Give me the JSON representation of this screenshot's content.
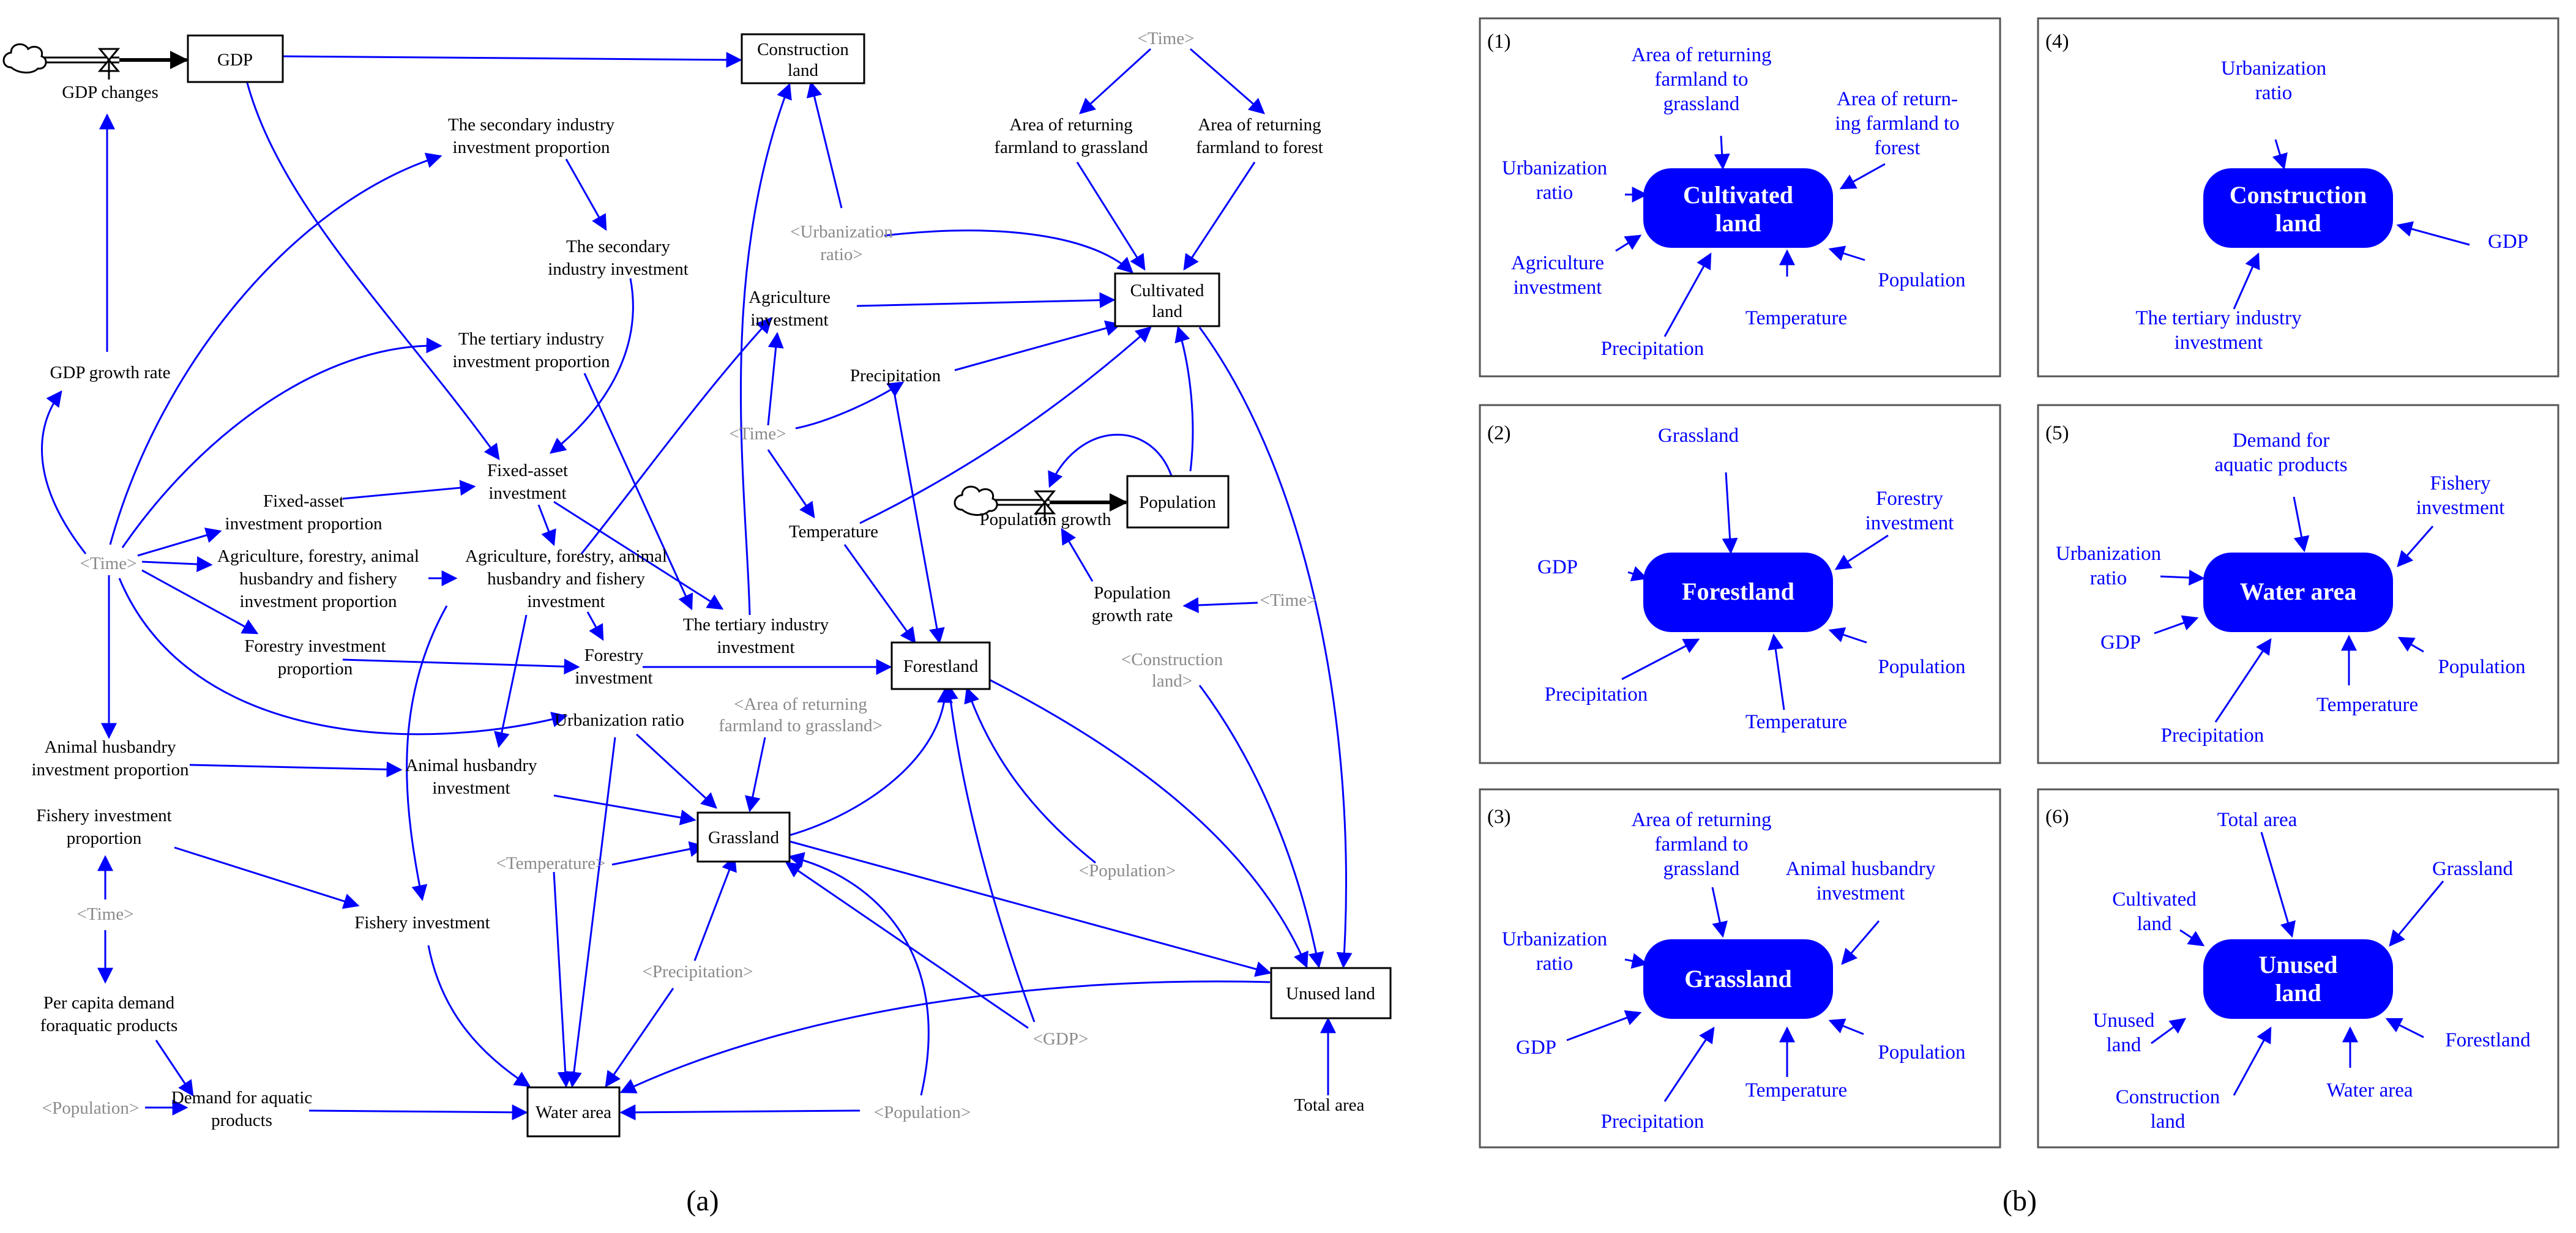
{
  "figure": {
    "caption_a": "(a)",
    "caption_b": "(b)"
  },
  "diagram_a": {
    "stocks": [
      {
        "id": "gdp",
        "lines": [
          "GDP"
        ]
      },
      {
        "id": "construction",
        "lines": [
          "Construction",
          "land"
        ]
      },
      {
        "id": "cultivated",
        "lines": [
          "Cultivated",
          "land"
        ]
      },
      {
        "id": "population",
        "lines": [
          "Population"
        ]
      },
      {
        "id": "forestland",
        "lines": [
          "Forestland"
        ]
      },
      {
        "id": "grassland",
        "lines": [
          "Grassland"
        ]
      },
      {
        "id": "unused",
        "lines": [
          "Unused land"
        ]
      },
      {
        "id": "water",
        "lines": [
          "Water area"
        ]
      }
    ],
    "variables": [
      {
        "id": "gdp_changes",
        "lines": [
          "GDP changes"
        ]
      },
      {
        "id": "gdp_growth_rate",
        "lines": [
          "GDP growth rate"
        ]
      },
      {
        "id": "sec_inv_prop",
        "lines": [
          "The secondary industry",
          "investment proportion"
        ]
      },
      {
        "id": "sec_inv",
        "lines": [
          "The secondary",
          "industry investment"
        ]
      },
      {
        "id": "ter_inv_prop",
        "lines": [
          "The tertiary industry",
          "investment proportion"
        ]
      },
      {
        "id": "fa_inv",
        "lines": [
          "Fixed-asset",
          "investment"
        ]
      },
      {
        "id": "fa_inv_prop",
        "lines": [
          "Fixed-asset",
          "investment proportion"
        ]
      },
      {
        "id": "afahf_prop",
        "lines": [
          "Agriculture, forestry, animal",
          "husbandry and fishery",
          "investment proportion"
        ]
      },
      {
        "id": "afahf_inv",
        "lines": [
          "Agriculture, forestry, animal",
          "husbandry and fishery",
          "investment"
        ]
      },
      {
        "id": "forestry_prop",
        "lines": [
          "Forestry investment",
          "proportion"
        ]
      },
      {
        "id": "forestry_inv",
        "lines": [
          "Forestry",
          "investment"
        ]
      },
      {
        "id": "ter_inv",
        "lines": [
          "The tertiary industry",
          "investment"
        ]
      },
      {
        "id": "urb_ratio",
        "lines": [
          "Urbanization ratio"
        ]
      },
      {
        "id": "ah_prop",
        "lines": [
          "Animal husbandry",
          "investment proportion"
        ]
      },
      {
        "id": "ah_inv",
        "lines": [
          "Animal husbandry",
          "investment"
        ]
      },
      {
        "id": "fish_prop",
        "lines": [
          "Fishery investment",
          "proportion"
        ]
      },
      {
        "id": "fish_inv",
        "lines": [
          "Fishery investment"
        ]
      },
      {
        "id": "per_capita",
        "lines": [
          "Per capita demand",
          "foraquatic products"
        ]
      },
      {
        "id": "demand_aq",
        "lines": [
          "Demand for aquatic",
          "products"
        ]
      },
      {
        "id": "agri_inv",
        "lines": [
          "Agriculture",
          "investment"
        ]
      },
      {
        "id": "precip",
        "lines": [
          "Precipitation"
        ]
      },
      {
        "id": "temp",
        "lines": [
          "Temperature"
        ]
      },
      {
        "id": "return_grass",
        "lines": [
          "Area of returning",
          "farmland to grassland"
        ]
      },
      {
        "id": "return_forest",
        "lines": [
          "Area of returning",
          "farmland to forest"
        ]
      },
      {
        "id": "pop_growth",
        "lines": [
          "Population growth"
        ]
      },
      {
        "id": "pop_growth_rate",
        "lines": [
          "Population",
          "growth rate"
        ]
      },
      {
        "id": "total_area",
        "lines": [
          "Total area"
        ]
      }
    ],
    "shadows": [
      {
        "id": "time_top",
        "lines": [
          "<Time>"
        ]
      },
      {
        "id": "urb_shadow",
        "lines": [
          "<Urbanization",
          "ratio>"
        ]
      },
      {
        "id": "time_mid",
        "lines": [
          "<Time>"
        ]
      },
      {
        "id": "time_left",
        "lines": [
          "<Time>"
        ]
      },
      {
        "id": "time_fish",
        "lines": [
          "<Time>"
        ]
      },
      {
        "id": "time_pop",
        "lines": [
          "<Time>"
        ]
      },
      {
        "id": "constr_shadow",
        "lines": [
          "<Construction",
          "land>"
        ]
      },
      {
        "id": "area_return_shadow",
        "lines": [
          "<Area of returning",
          "farmland to grassland>"
        ]
      },
      {
        "id": "temp_shadow",
        "lines": [
          "<Temperature>"
        ]
      },
      {
        "id": "pop_shadow_forest",
        "lines": [
          "<Population>"
        ]
      },
      {
        "id": "precip_shadow",
        "lines": [
          "<Precipitation>"
        ]
      },
      {
        "id": "gdp_shadow",
        "lines": [
          "<GDP>"
        ]
      },
      {
        "id": "pop_shadow_left",
        "lines": [
          "<Population>"
        ]
      },
      {
        "id": "pop_shadow_bottom",
        "lines": [
          "<Population>"
        ]
      }
    ]
  },
  "panels_b": [
    {
      "id": "p1",
      "number": "(1)",
      "hub": [
        "Cultivated",
        "land"
      ],
      "labels": [
        [
          "Area of returning",
          "farmland to",
          "grassland"
        ],
        [
          "Area of return-",
          "ing farmland to",
          "forest"
        ],
        [
          "Urbanization",
          "ratio"
        ],
        [
          "Agriculture",
          "investment"
        ],
        [
          "Precipitation"
        ],
        [
          "Temperature"
        ],
        [
          "Population"
        ]
      ]
    },
    {
      "id": "p4",
      "number": "(4)",
      "hub": [
        "Construction",
        "land"
      ],
      "labels": [
        [
          "Urbanization",
          "ratio"
        ],
        [
          "GDP"
        ],
        [
          "The tertiary industry",
          "investment"
        ]
      ]
    },
    {
      "id": "p2",
      "number": "(2)",
      "hub": [
        "Forestland"
      ],
      "labels": [
        [
          "Grassland"
        ],
        [
          "Forestry",
          "investment"
        ],
        [
          "GDP"
        ],
        [
          "Population"
        ],
        [
          "Precipitation"
        ],
        [
          "Temperature"
        ]
      ]
    },
    {
      "id": "p5",
      "number": "(5)",
      "hub": [
        "Water area"
      ],
      "labels": [
        [
          "Demand for",
          "aquatic products"
        ],
        [
          "Fishery",
          "investment"
        ],
        [
          "Urbanization",
          "ratio"
        ],
        [
          "GDP"
        ],
        [
          "Population"
        ],
        [
          "Temperature"
        ],
        [
          "Precipitation"
        ]
      ]
    },
    {
      "id": "p3",
      "number": "(3)",
      "hub": [
        "Grassland"
      ],
      "labels": [
        [
          "Area of returning",
          "farmland to",
          "grassland"
        ],
        [
          "Animal husbandry",
          "investment"
        ],
        [
          "Urbanization",
          "ratio"
        ],
        [
          "GDP"
        ],
        [
          "Population"
        ],
        [
          "Temperature"
        ],
        [
          "Precipitation"
        ]
      ]
    },
    {
      "id": "p6",
      "number": "(6)",
      "hub": [
        "Unused",
        "land"
      ],
      "labels": [
        [
          "Total area"
        ],
        [
          "Grassland"
        ],
        [
          "Cultivated",
          "land"
        ],
        [
          "Unused",
          "land"
        ],
        [
          "Forestland"
        ],
        [
          "Water area"
        ],
        [
          "Construction",
          "land"
        ]
      ]
    }
  ],
  "colors": {
    "link": "#0000ff",
    "flow": "#000000",
    "shadow_text": "#8a8a8a",
    "hub_fill": "#0000ff",
    "hub_text": "#ffffff",
    "panel_text": "#0000ff"
  },
  "icons": {
    "source_sink": "cloud-icon",
    "valve": "valve-icon"
  }
}
